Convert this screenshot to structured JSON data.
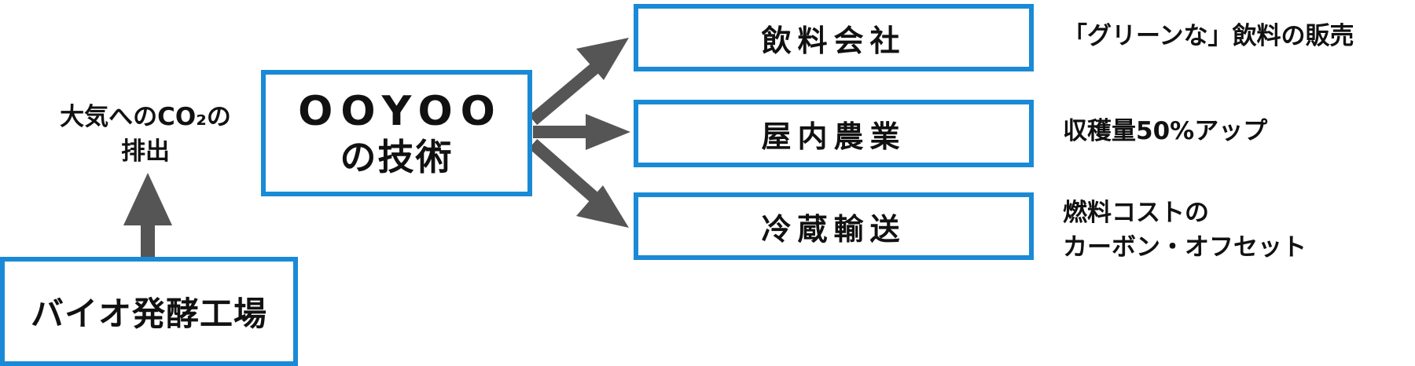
{
  "source": {
    "label": "バイオ発酵工場"
  },
  "emission": {
    "line1": "大気へのCO₂の",
    "line2": "排出"
  },
  "technology": {
    "name": "OOYOO",
    "sub": "の技術"
  },
  "targets": [
    {
      "label": "飲料会社",
      "outcome": "「グリーンな」飲料の販売"
    },
    {
      "label": "屋内農業",
      "outcome": "収穫量50%アップ"
    },
    {
      "label": "冷蔵輸送",
      "outcome_line1": "燃料コストの",
      "outcome_line2": "カーボン・オフセット"
    }
  ],
  "colors": {
    "box_border": "#1a8ad6",
    "arrow": "#555555",
    "text": "#111111"
  }
}
